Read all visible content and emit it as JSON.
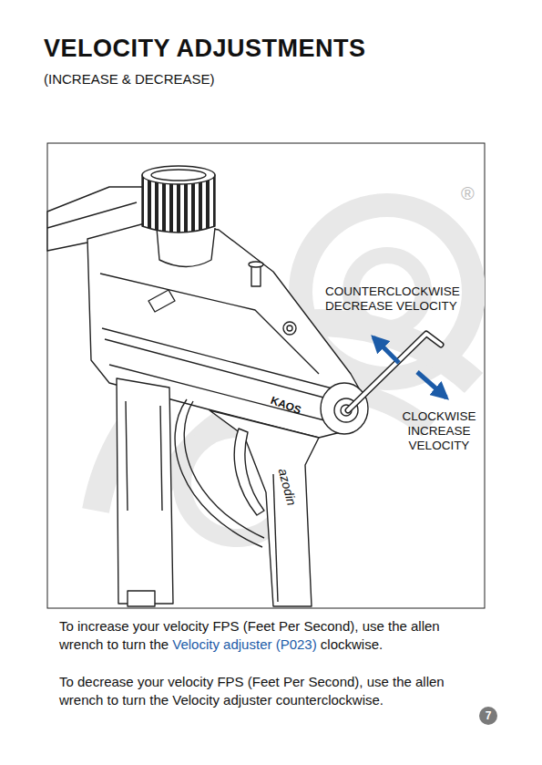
{
  "diagram": {
    "title": "VELOCITY ADJUSTMENTS",
    "nodes": [
      {
        "text": [
          "7"
        ]
      }
    ],
    "labels": [
      "(INCREASE & DECREASE)",
      "®",
      "COUNTERCLOCKWISE DECREASE VELOCITY",
      "CLOCKWISE INCREASE VELOCITY",
      "KAOS",
      "azodin",
      "To increase your velocity FPS (Feet Per Second), use the allen wrench to turn the",
      "Velocity adjuster (P023)",
      "clockwise.",
      "To decrease your velocity FPS (Feet Per Second), use the allen wrench to turn the Velocity adjuster counterclockwise."
    ]
  }
}
